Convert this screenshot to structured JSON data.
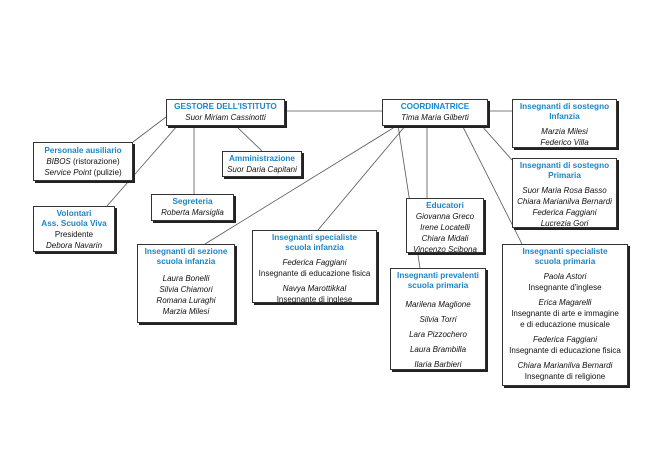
{
  "gestore": {
    "title": "GESTORE DELL'ISTITUTO",
    "name": "Suor Miriam Cassinotti"
  },
  "coordinatrice": {
    "title": "COORDINATRICE",
    "name": "Tima Maria Gilberti"
  },
  "personale": {
    "title": "Personale ausiliario",
    "line1_it": "BIBOS",
    "line1_rest": " (ristorazione)",
    "line2_it": "Service Point",
    "line2_rest": " (pulizie)"
  },
  "amministrazione": {
    "title": "Amministrazione",
    "name": "Suor Daria Capitani"
  },
  "segreteria": {
    "title": "Segreteria",
    "name": "Roberta Marsiglia"
  },
  "volontari": {
    "title_1": "Volontari",
    "title_2": "Ass. Scuola Viva",
    "role": "Presidente",
    "name": "Debora Navarin"
  },
  "sostegno_infanzia": {
    "title_1": "Insegnanti di sostegno",
    "title_2": "Infanzia",
    "names": [
      "Marzia Milesi",
      "Federico Villa"
    ]
  },
  "sostegno_primaria": {
    "title_1": "Insegnanti di sostegno",
    "title_2": "Primaria",
    "names": [
      "Suor Maria Rosa Basso",
      "Chiara Marianilva Bernardi",
      "Federica Faggiani",
      "Lucrezia Gori"
    ]
  },
  "educatori": {
    "title": "Educatori",
    "names": [
      "Giovanna Greco",
      "Irene Locatelli",
      "Chiara Midali",
      "Vincenzo Scibona"
    ]
  },
  "sezione_infanzia": {
    "title_1": "Insegnanti di sezione",
    "title_2": "scuola infanzia",
    "names": [
      "Laura Bonelli",
      "Silvia Chiamori",
      "Romana Luraghi",
      "Marzia Milesi"
    ]
  },
  "specialiste_infanzia": {
    "title_1": "Insegnanti specialiste",
    "title_2": "scuola infanzia",
    "name1": "Federica Faggiani",
    "role1": "Insegnante di educazione fisica",
    "name2": "Navya Marottikkal",
    "role2": "Insegnante di inglese"
  },
  "prevalenti_primaria": {
    "title_1": "Insegnanti prevalenti",
    "title_2": "scuola primaria",
    "names": [
      "Marilena Maglione",
      "Silvia Torri",
      "Lara Pizzochero",
      "Laura Brambilla",
      "Ilaria Barbieri"
    ]
  },
  "specialiste_primaria": {
    "title_1": "Insegnanti specialiste",
    "title_2": "scuola primaria",
    "name1": "Paola Astori",
    "role1": "Insegnante d'inglese",
    "name2": "Erica Magarelli",
    "role2a": "Insegnante di arte e immagine",
    "role2b": "e di educazione musicale",
    "name3": "Federica Faggiani",
    "role3": "Insegnante di educazione fisica",
    "name4": "Chiara Marianilva Bernardi",
    "role4": "Insegnante di religione"
  }
}
